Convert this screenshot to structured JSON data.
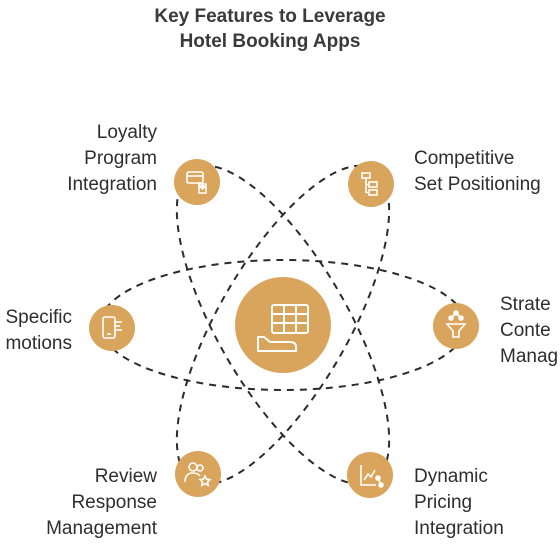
{
  "title": [
    "Key Features to Leverage",
    "Hotel Booking Apps"
  ],
  "center": {
    "icon": "table-hand-icon"
  },
  "features": [
    {
      "lines": [
        "Loyalty",
        "Program",
        "Integration"
      ],
      "icon": "loyalty-card-icon"
    },
    {
      "lines": [
        "Competitive",
        "Set Positioning"
      ],
      "icon": "org-chart-icon"
    },
    {
      "lines": [
        "Specific",
        "motions"
      ],
      "icon": "mobile-promo-icon"
    },
    {
      "lines": [
        "Strate",
        "Conte",
        "Manag"
      ],
      "icon": "funnel-network-icon"
    },
    {
      "lines": [
        "Review",
        "Response",
        "Management"
      ],
      "icon": "user-star-icon"
    },
    {
      "lines": [
        "Dynamic",
        "Pricing",
        "Integration"
      ],
      "icon": "pricing-chart-icon"
    }
  ],
  "colors": {
    "accent": "#d9a45b",
    "line": "#2b2b2b",
    "text": "#2e2e2e"
  }
}
